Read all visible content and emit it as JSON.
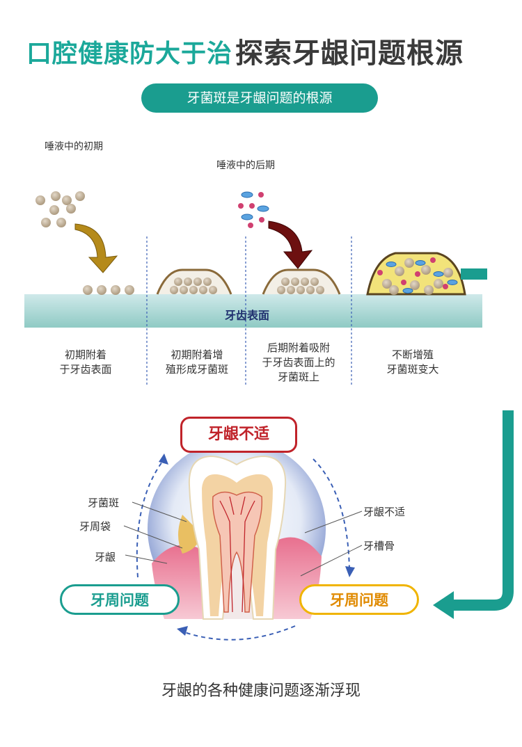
{
  "header": {
    "title_left": "口腔健康防大于治",
    "title_right": "探索牙龈问题根源",
    "subtitle": "牙菌斑是牙龈问题的根源"
  },
  "plaque_stages": {
    "saliva_early": "唾液中的初期",
    "saliva_late": "唾液中的后期",
    "surface_label": "牙齿表面",
    "captions": [
      [
        "初期附着",
        "于牙齿表面"
      ],
      [
        "初期附着增",
        "殖形成牙菌斑"
      ],
      [
        "后期附着吸附",
        "于牙齿表面上的",
        "牙菌斑上"
      ],
      [
        "不断增殖",
        "牙菌斑变大"
      ]
    ]
  },
  "cycle": {
    "top_badge": "牙龈不适",
    "left_badge": "牙周问题",
    "right_badge": "牙周问题",
    "left_labels": [
      "牙菌斑",
      "牙周袋",
      "牙龈"
    ],
    "right_labels": [
      "牙龈不适",
      "牙槽骨"
    ]
  },
  "footer": "牙龈的各种健康问题逐渐浮现",
  "colors": {
    "teal": "#1a9d8f",
    "red": "#c0232a",
    "yellow": "#f0b400"
  }
}
